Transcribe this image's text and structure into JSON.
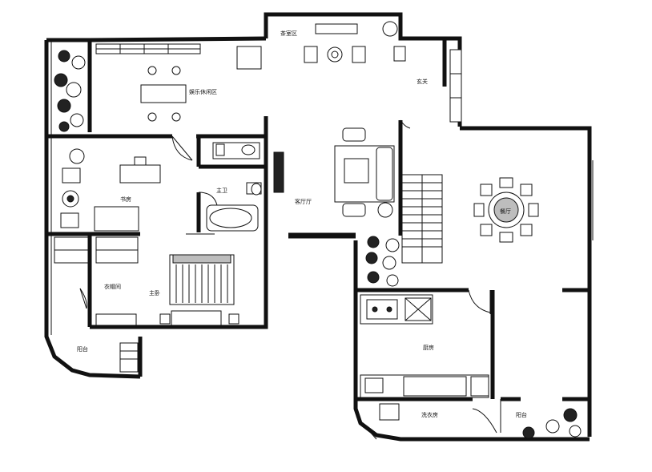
{
  "rooms": {
    "entertainment": "娱乐休闲区",
    "study": "书房",
    "master_bath": "主卫",
    "living": "客厅厅",
    "tea_room": "茶室区",
    "foyer": "玄关",
    "dining": "餐厅",
    "walkin_closet": "衣帽间",
    "master_bedroom": "主卧",
    "balcony_left": "阳台",
    "kitchen": "厨房",
    "laundry": "洗衣房",
    "balcony_right": "阳台"
  },
  "colors": {
    "line": "#111111",
    "background": "#ffffff",
    "fill_gray": "#bdbdbd"
  }
}
